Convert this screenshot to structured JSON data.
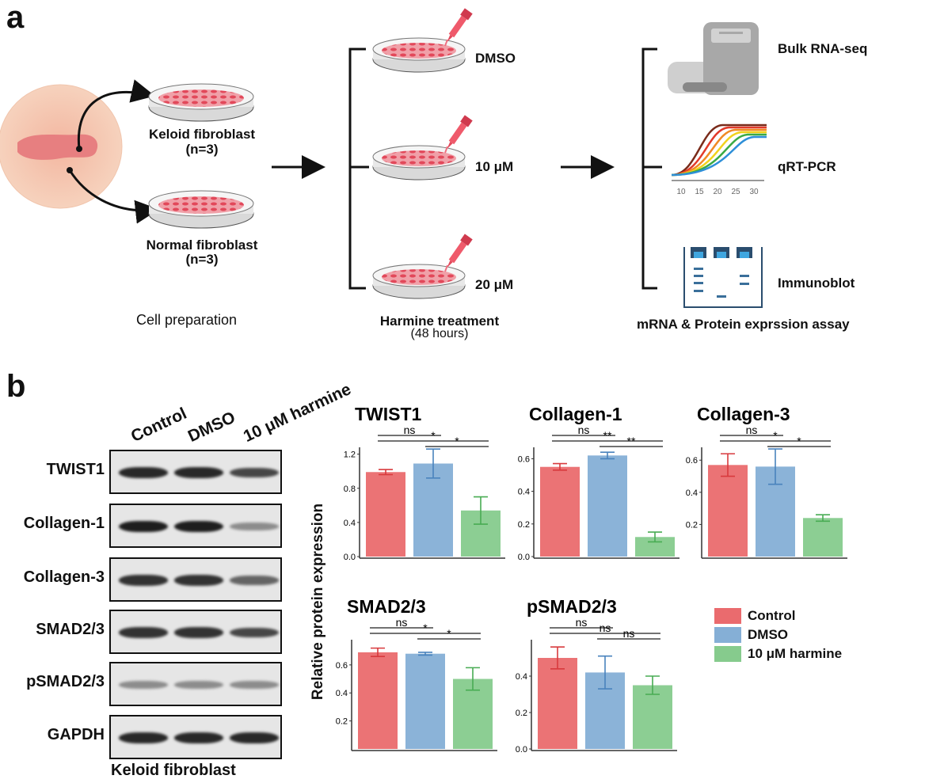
{
  "panel_a": {
    "letter": "a",
    "keloid_label": "Keloid fibroblast",
    "keloid_n": "(n=3)",
    "normal_label": "Normal fibroblast",
    "normal_n": "(n=3)",
    "cell_prep": "Cell preparation",
    "treatments": [
      "DMSO",
      "10 μM",
      "20 μM"
    ],
    "harmine_treatment": "Harmine treatment",
    "harmine_duration": "(48 hours)",
    "assays": [
      "Bulk RNA-seq",
      "qRT-PCR",
      "Immunoblot"
    ],
    "assay_caption": "mRNA & Protein exprssion assay",
    "pcr_ticks": [
      "10",
      "15",
      "20",
      "25",
      "30"
    ]
  },
  "panel_b": {
    "letter": "b",
    "lanes": [
      "Control",
      "DMSO",
      "10 μM harmine"
    ],
    "blot_rows": [
      "TWIST1",
      "Collagen-1",
      "Collagen-3",
      "SMAD2/3",
      "pSMAD2/3",
      "GAPDH"
    ],
    "blot_caption": "Keloid fibroblast",
    "y_axis_label": "Relative protein expression",
    "legend": [
      "Control",
      "DMSO",
      "10 μM harmine"
    ]
  },
  "colors": {
    "control": "#ea6b6e",
    "dmso": "#85afd6",
    "harmine": "#86cb8d",
    "control_dark": "#d83a3d",
    "dmso_dark": "#4a83bd",
    "harmine_dark": "#48ac53"
  },
  "chart_data": [
    {
      "type": "bar",
      "title": "TWIST1",
      "categories": [
        "Control",
        "DMSO",
        "10 μM harmine"
      ],
      "values": [
        0.99,
        1.09,
        0.54
      ],
      "errors": [
        0.03,
        0.17,
        0.16
      ],
      "yticks": [
        "0.0",
        "0.4",
        "0.8",
        "1.2"
      ],
      "ylim": [
        0,
        1.28
      ],
      "significance": [
        "ns",
        "*",
        "*"
      ]
    },
    {
      "type": "bar",
      "title": "Collagen-1",
      "categories": [
        "Control",
        "DMSO",
        "10 μM harmine"
      ],
      "values": [
        0.55,
        0.62,
        0.12
      ],
      "errors": [
        0.02,
        0.02,
        0.03
      ],
      "yticks": [
        "0.0",
        "0.2",
        "0.4",
        "0.6"
      ],
      "ylim": [
        0,
        0.67
      ],
      "significance": [
        "ns",
        "**",
        "**"
      ]
    },
    {
      "type": "bar",
      "title": "Collagen-3",
      "categories": [
        "Control",
        "DMSO",
        "10 μM harmine"
      ],
      "values": [
        0.57,
        0.56,
        0.24
      ],
      "errors": [
        0.07,
        0.11,
        0.02
      ],
      "yticks": [
        "0.2",
        "0.4",
        "0.6"
      ],
      "ylim": [
        0,
        0.68
      ],
      "significance": [
        "ns",
        "*",
        "*"
      ]
    },
    {
      "type": "bar",
      "title": "SMAD2/3",
      "categories": [
        "Control",
        "DMSO",
        "10 μM harmine"
      ],
      "values": [
        0.69,
        0.68,
        0.5
      ],
      "errors": [
        0.03,
        0.01,
        0.08
      ],
      "yticks": [
        "0.2",
        "0.4",
        "0.6"
      ],
      "ylim": [
        0,
        0.78
      ],
      "significance": [
        "ns",
        "*",
        "*"
      ]
    },
    {
      "type": "bar",
      "title": "pSMAD2/3",
      "categories": [
        "Control",
        "DMSO",
        "10 μM harmine"
      ],
      "values": [
        0.5,
        0.42,
        0.35
      ],
      "errors": [
        0.06,
        0.09,
        0.05
      ],
      "yticks": [
        "0.0",
        "0.2",
        "0.4"
      ],
      "ylim": [
        0,
        0.6
      ],
      "significance": [
        "ns",
        "ns",
        "ns"
      ]
    }
  ]
}
